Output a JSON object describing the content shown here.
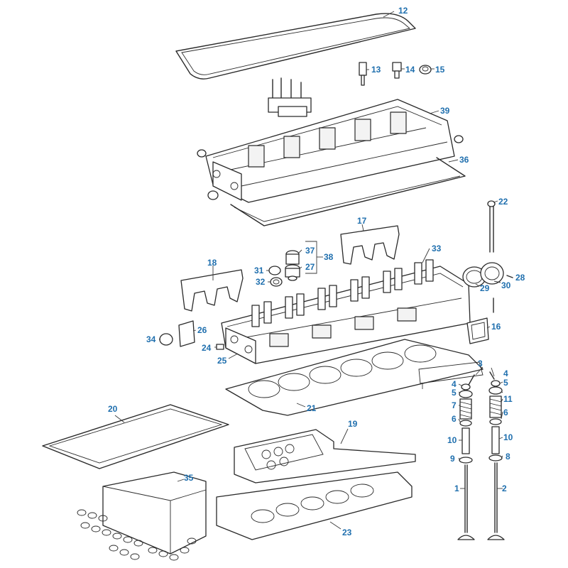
{
  "colors": {
    "label": "#1f6fae",
    "line": "#2a2a2a",
    "background": "#ffffff"
  },
  "parts": {
    "p1": "1",
    "p2": "2",
    "p3": "3",
    "p4a": "4",
    "p4b": "4",
    "p5a": "5",
    "p5b": "5",
    "p6a": "6",
    "p6b": "6",
    "p7": "7",
    "p8": "8",
    "p9": "9",
    "p10a": "10",
    "p10b": "10",
    "p11": "11",
    "p12": "12",
    "p13": "13",
    "p14": "14",
    "p15": "15",
    "p16": "16",
    "p17": "17",
    "p18": "18",
    "p19": "19",
    "p20": "20",
    "p21": "21",
    "p22": "22",
    "p23": "23",
    "p24": "24",
    "p25": "25",
    "p26": "26",
    "p27": "27",
    "p28": "28",
    "p29": "29",
    "p30": "30",
    "p31": "31",
    "p32": "32",
    "p33": "33",
    "p34": "34",
    "p35": "35",
    "p36": "36",
    "p37": "37",
    "p38": "38",
    "p39": "39"
  }
}
